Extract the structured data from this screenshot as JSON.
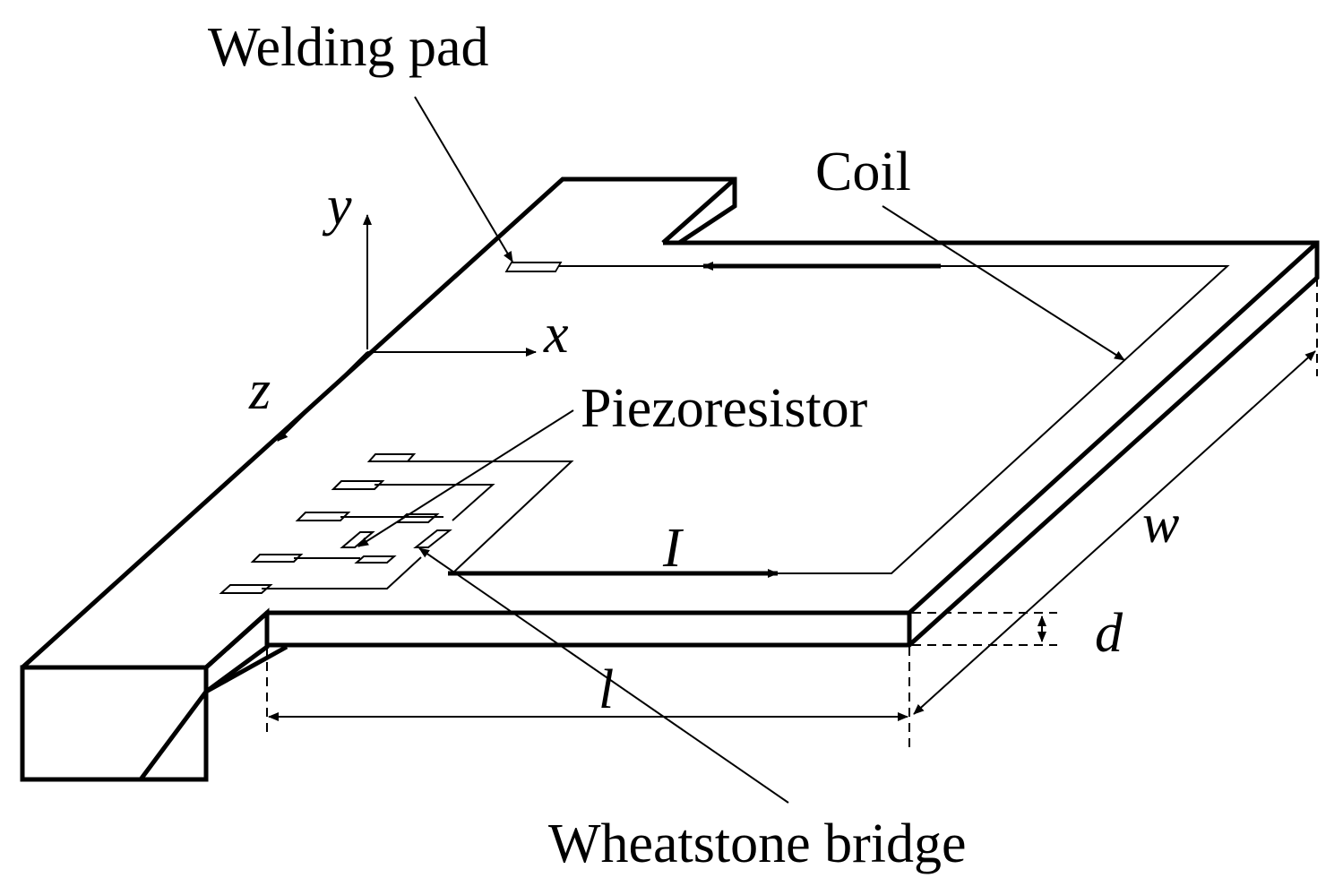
{
  "labels": {
    "welding_pad": "Welding pad",
    "coil": "Coil",
    "piezoresistor": "Piezoresistor",
    "wheatstone_bridge": "Wheatstone bridge"
  },
  "axes": {
    "x": "x",
    "y": "y",
    "z": "z"
  },
  "symbols": {
    "current": "I",
    "length": "l",
    "width": "w",
    "thickness": "d"
  }
}
